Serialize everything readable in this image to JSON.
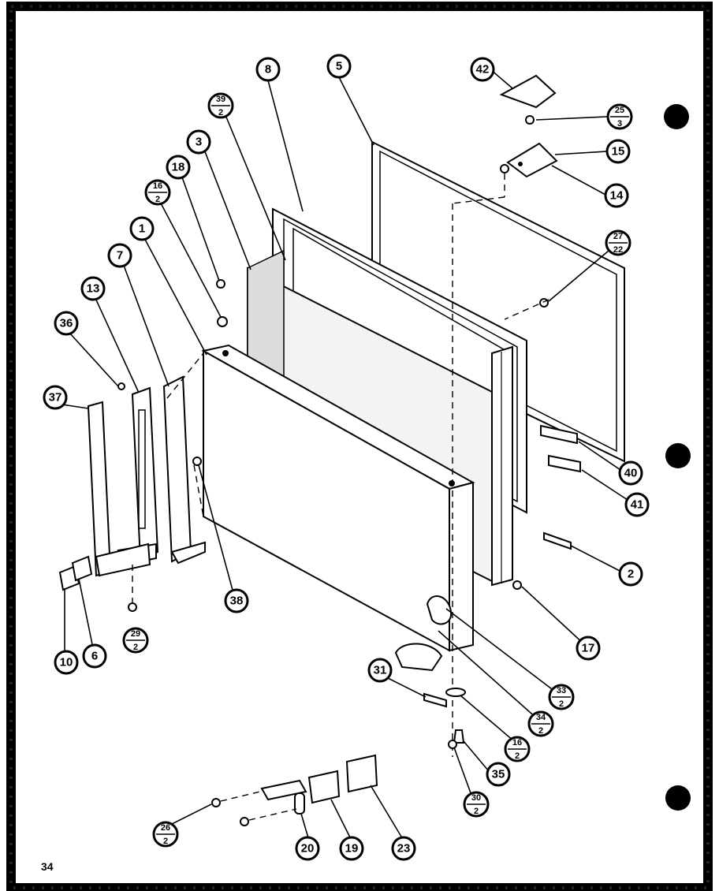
{
  "page_number": "34",
  "callouts": {
    "c1": "1",
    "c2": "2",
    "c3": "3",
    "c5": "5",
    "c6": "6",
    "c7": "7",
    "c8": "8",
    "c10": "10",
    "c13": "13",
    "c14": "14",
    "c15": "15",
    "c17": "17",
    "c18": "18",
    "c19": "19",
    "c20": "20",
    "c23": "23",
    "c31": "31",
    "c35": "35",
    "c36": "36",
    "c37": "37",
    "c38": "38",
    "c40": "40",
    "c41": "41",
    "c42": "42"
  },
  "fractions": {
    "f16_2a": {
      "top": "16",
      "bottom": "2"
    },
    "f16_2b": {
      "top": "16",
      "bottom": "2"
    },
    "f25_3": {
      "top": "25",
      "bottom": "3"
    },
    "f27_22": {
      "top": "27",
      "bottom": "22"
    },
    "f29_2": {
      "top": "29",
      "bottom": "2"
    },
    "f26_2": {
      "top": "26",
      "bottom": "2"
    },
    "f30_2": {
      "top": "30",
      "bottom": "2"
    },
    "f33_2": {
      "top": "33",
      "bottom": "2"
    },
    "f34_2": {
      "top": "34",
      "bottom": "2"
    },
    "f39_2": {
      "top": "39",
      "bottom": "2"
    }
  }
}
